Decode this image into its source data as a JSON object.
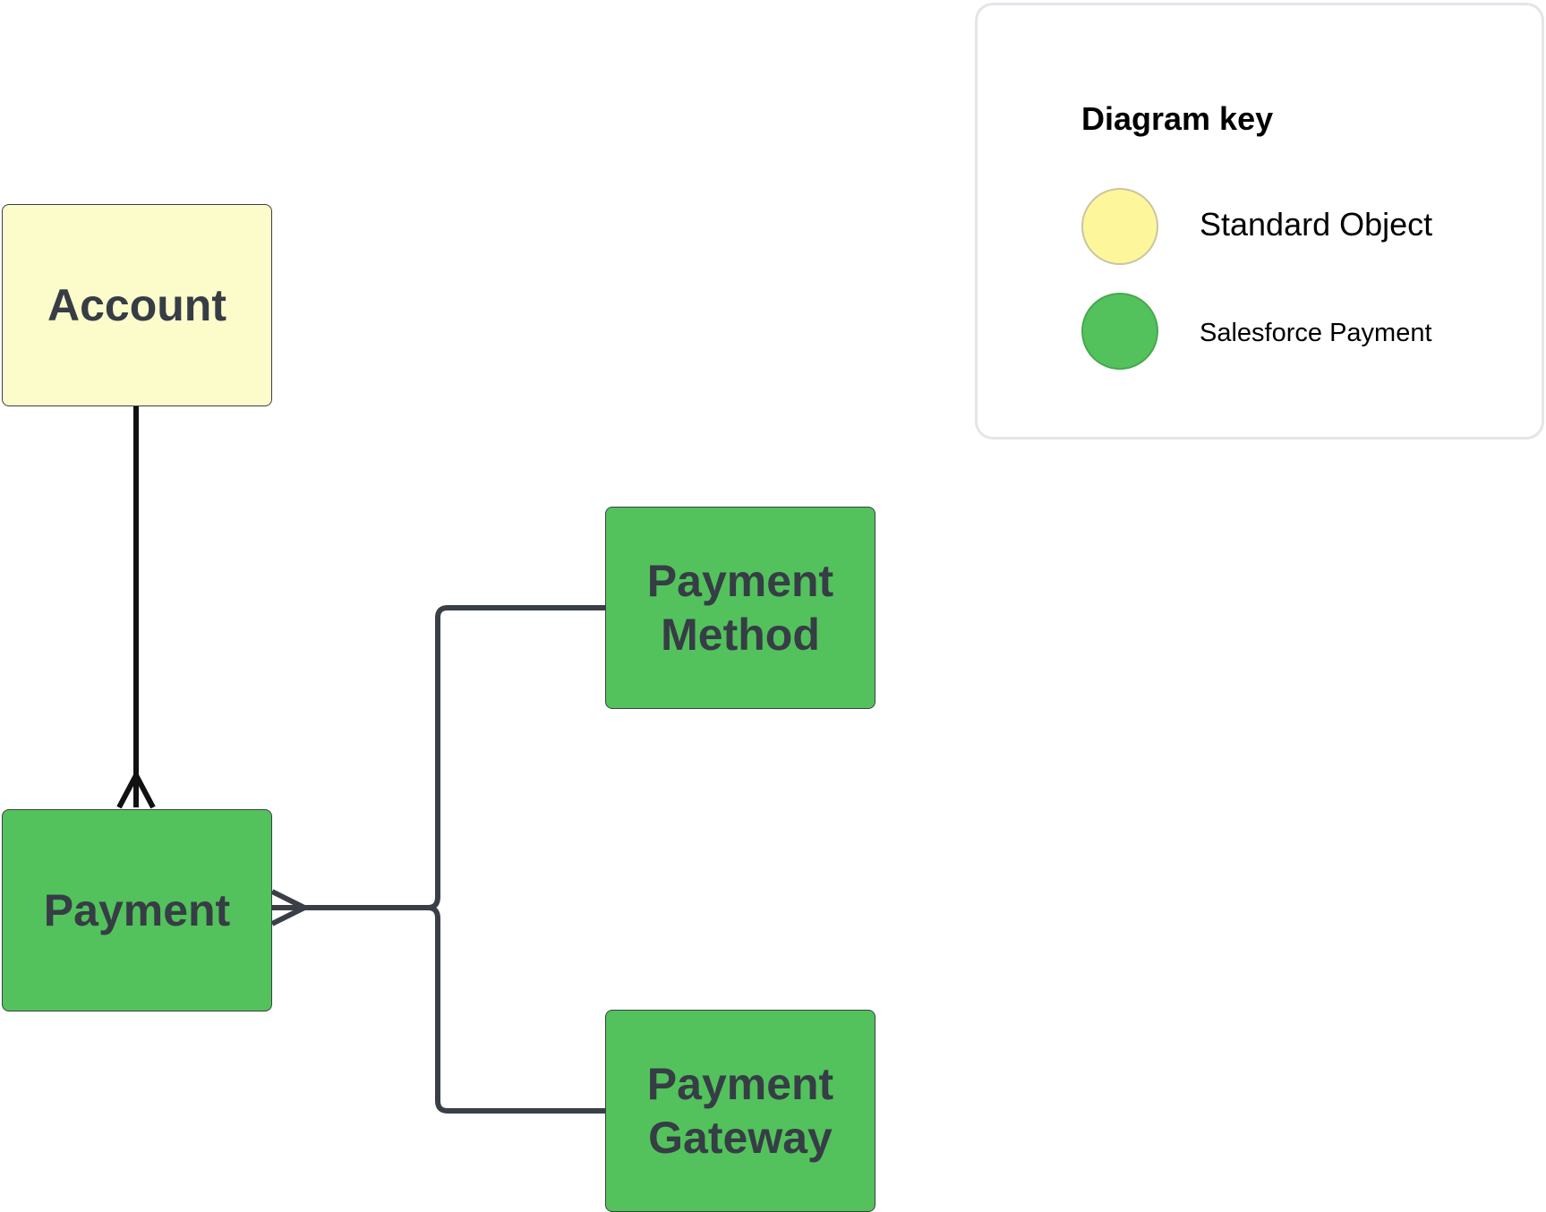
{
  "entities": {
    "account": {
      "label": "Account",
      "color": "#fcfccb"
    },
    "payment": {
      "label": "Payment",
      "color": "#53c25c"
    },
    "payment_method": {
      "line1": "Payment",
      "line2": "Method",
      "color": "#53c25c"
    },
    "payment_gateway": {
      "line1": "Payment",
      "line2": "Gateway",
      "color": "#53c25c"
    }
  },
  "relationships": [
    {
      "from": "Account",
      "to": "Payment",
      "to_end": "many"
    },
    {
      "from": "Payment Method",
      "to": "Payment",
      "to_end": "many"
    },
    {
      "from": "Payment Gateway",
      "to": "Payment",
      "to_end": "many"
    }
  ],
  "legend": {
    "title": "Diagram key",
    "items": [
      {
        "label": "Standard Object",
        "color": "#fef69a"
      },
      {
        "label": "Salesforce Payment",
        "color": "#53c25c"
      }
    ]
  }
}
